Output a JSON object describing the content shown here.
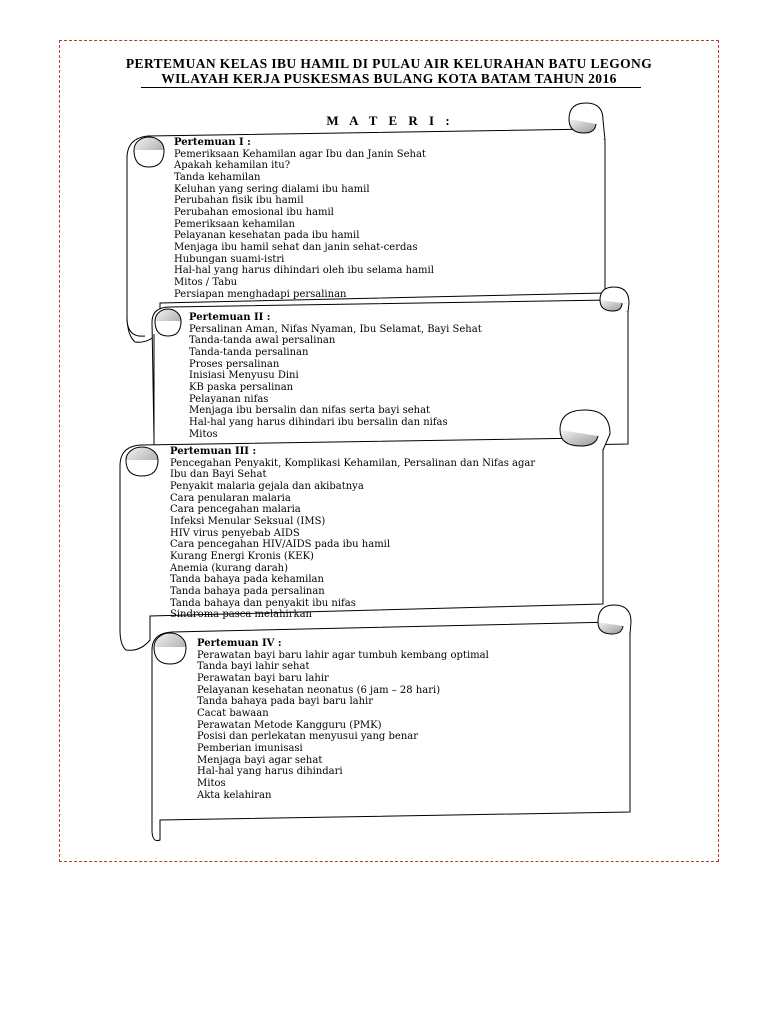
{
  "document": {
    "title_line1": "PERTEMUAN KELAS IBU HAMIL DI PULAU AIR KELURAHAN BATU LEGONG",
    "title_line2": "WILAYAH KERJA PUSKESMAS BULANG KOTA BATAM TAHUN 2016",
    "materi_heading": "M A T E R I :"
  },
  "sessions": [
    {
      "heading": "Pertemuan I :",
      "items": [
        "Pemeriksaan Kehamilan agar Ibu dan Janin Sehat",
        "Apakah kehamilan itu?",
        "Tanda kehamilan",
        "Keluhan yang sering dialami ibu hamil",
        "Perubahan fisik ibu hamil",
        "Perubahan emosional ibu hamil",
        "Pemeriksaan kehamilan",
        "Pelayanan kesehatan pada ibu hamil",
        "Menjaga ibu hamil sehat dan janin sehat-cerdas",
        "Hubungan suami-istri",
        "Hal-hal yang harus dihindari oleh ibu selama hamil",
        "Mitos / Tabu",
        "Persiapan menghadapi persalinan"
      ]
    },
    {
      "heading": "Pertemuan II :",
      "items": [
        "Persalinan Aman, Nifas Nyaman, Ibu Selamat, Bayi Sehat",
        "Tanda-tanda awal persalinan",
        "Tanda-tanda persalinan",
        "Proses persalinan",
        "Inisiasi Menyusu Dini",
        "KB paska persalinan",
        "Pelayanan nifas",
        "Menjaga ibu bersalin dan nifas serta bayi sehat",
        "Hal-hal yang harus dihindari ibu bersalin dan nifas",
        "Mitos"
      ]
    },
    {
      "heading": "Pertemuan III :",
      "items": [
        "Pencegahan Penyakit, Komplikasi Kehamilan, Persalinan dan Nifas agar",
        "Ibu dan Bayi Sehat",
        "Penyakit malaria gejala dan akibatnya",
        "Cara penularan malaria",
        "Cara pencegahan malaria",
        "Infeksi Menular Seksual (IMS)",
        "HIV virus penyebab AIDS",
        "Cara pencegahan HIV/AIDS pada ibu hamil",
        "Kurang Energi Kronis (KEK)",
        "Anemia (kurang darah)",
        "Tanda bahaya pada kehamilan",
        "Tanda bahaya pada persalinan",
        "Tanda bahaya dan penyakit ibu nifas",
        "Sindroma pasca melahirkan"
      ]
    },
    {
      "heading": "Pertemuan IV :",
      "items": [
        "Perawatan bayi baru lahir agar tumbuh kembang optimal",
        "Tanda bayi lahir sehat",
        "Perawatan bayi baru lahir",
        "Pelayanan kesehatan neonatus (6 jam – 28 hari)",
        "Tanda bahaya pada bayi baru lahir",
        "Cacat bawaan",
        "Perawatan Metode Kangguru (PMK)",
        "Posisi dan perlekatan menyusui yang benar",
        "Pemberian imunisasi",
        "Menjaga bayi agar sehat",
        "Hal-hal yang harus dihindari",
        "Mitos",
        "Akta kelahiran"
      ]
    }
  ]
}
